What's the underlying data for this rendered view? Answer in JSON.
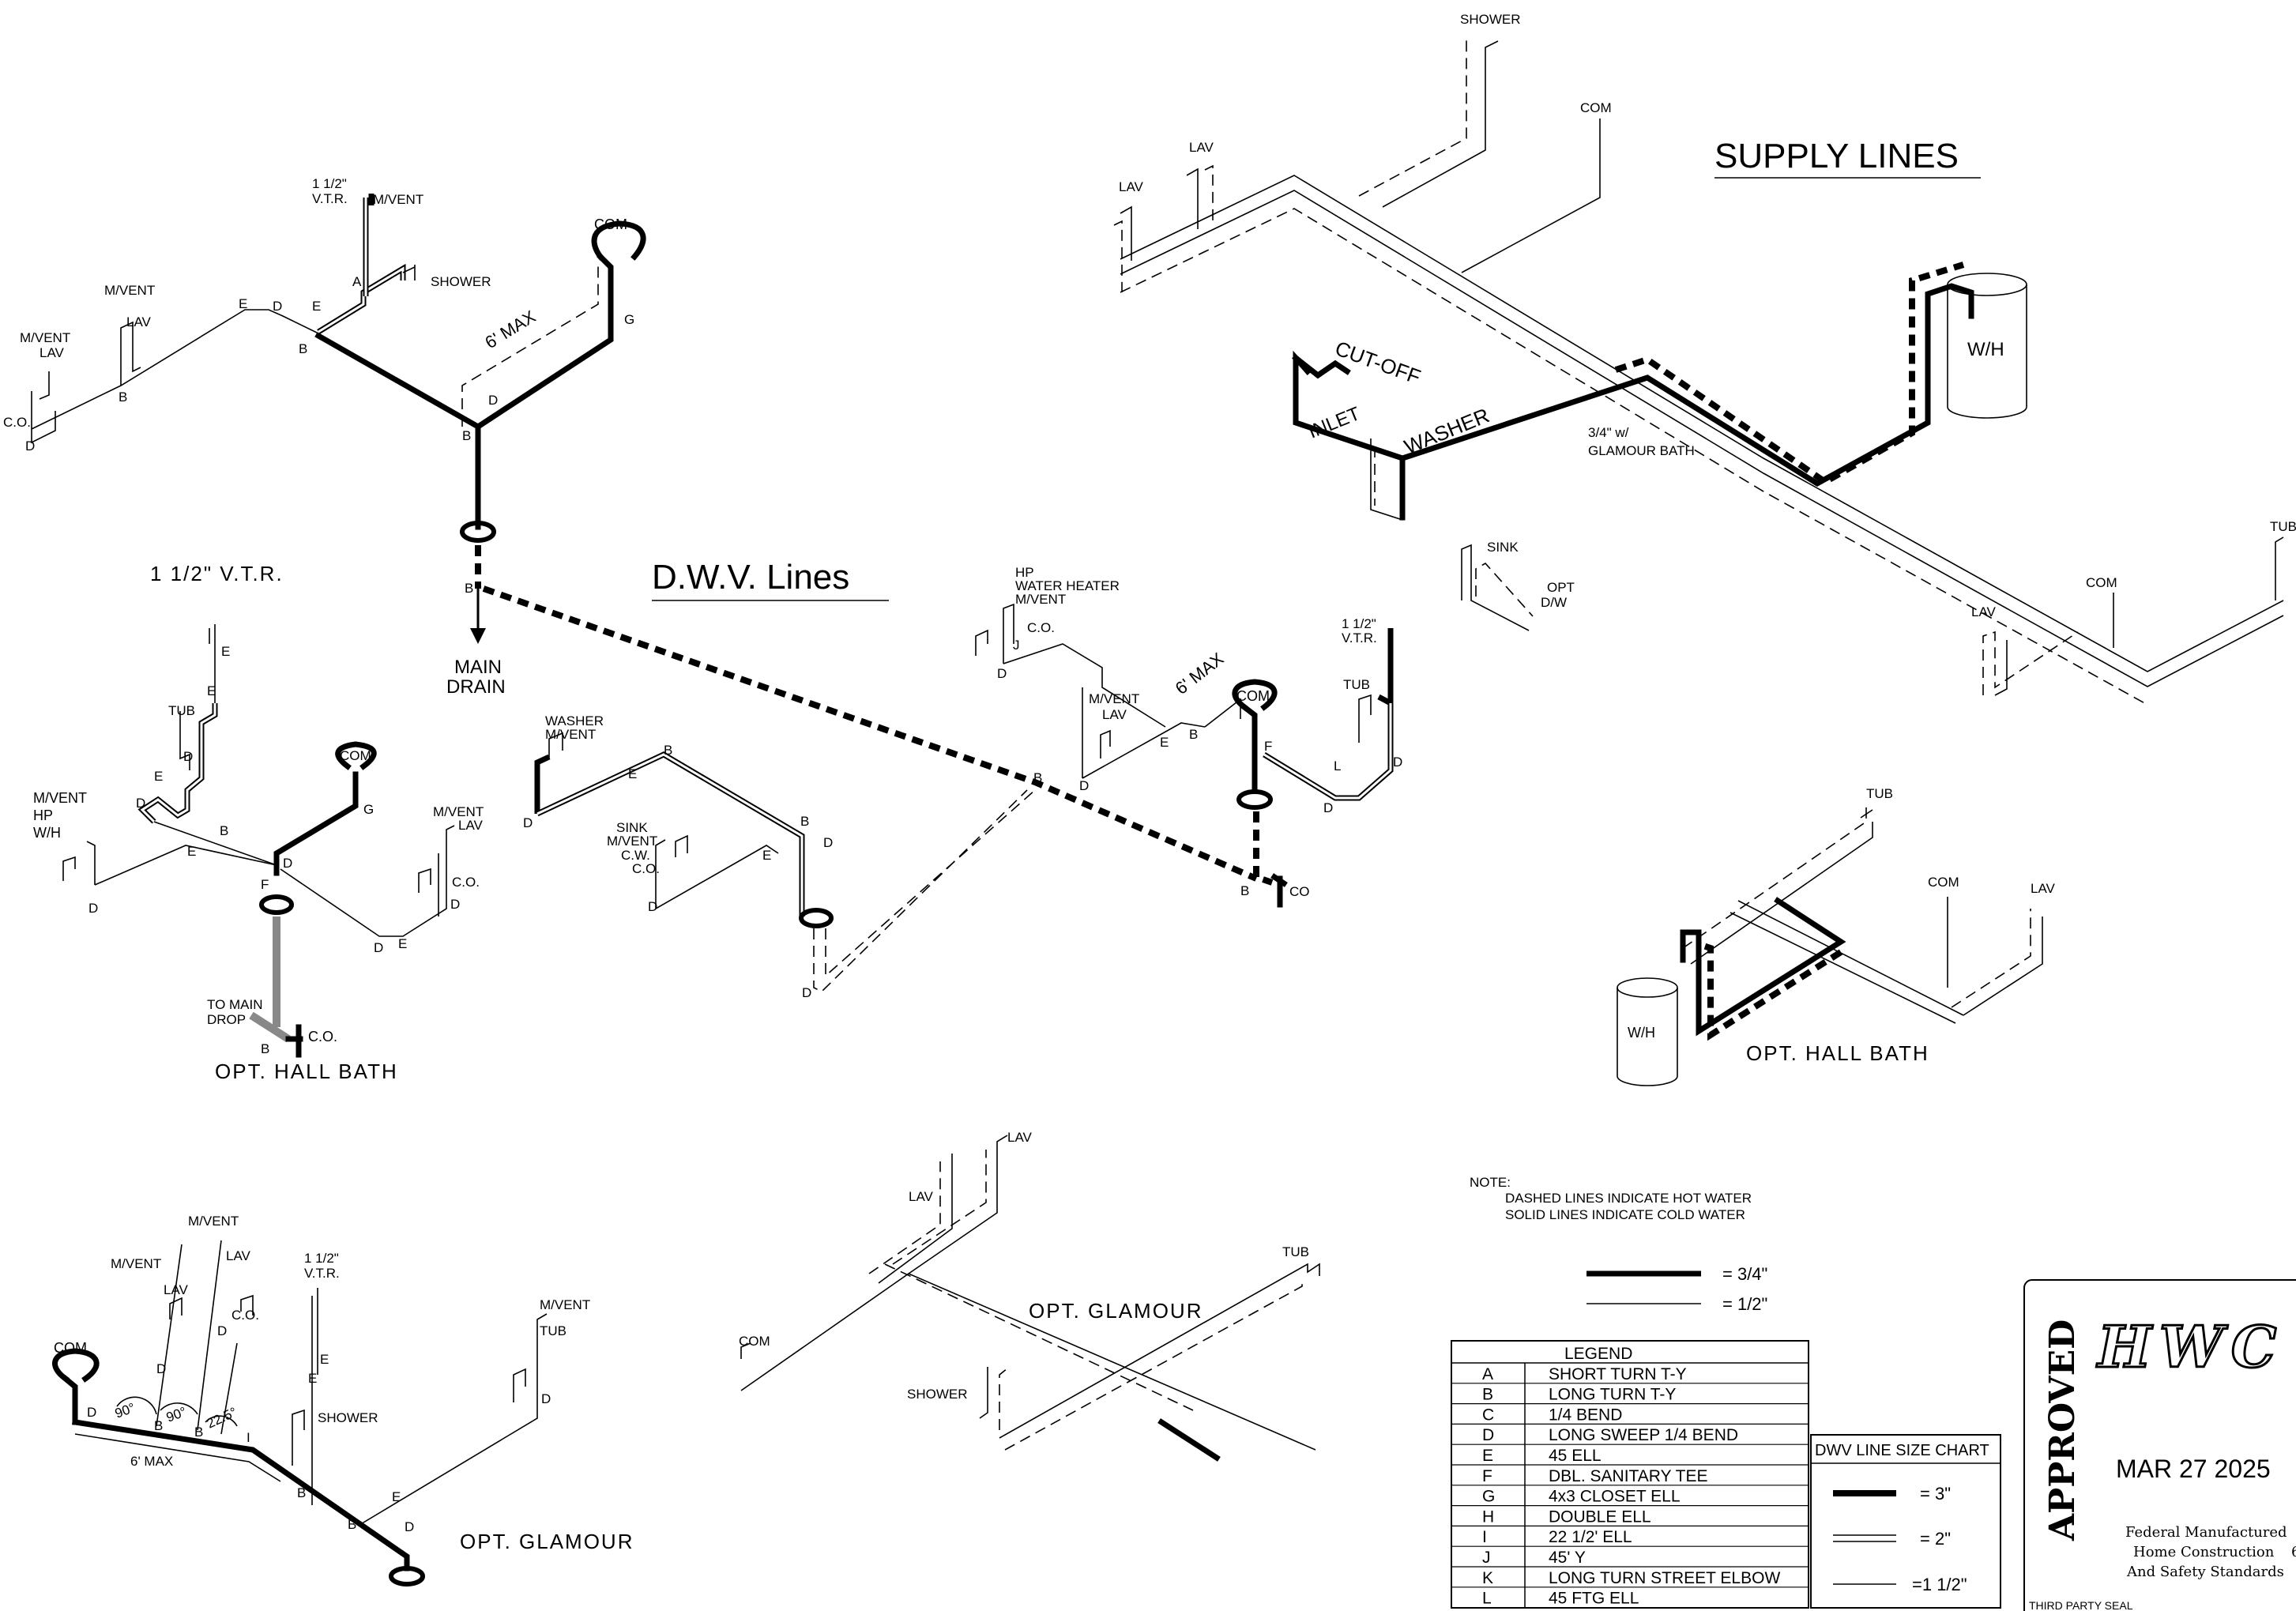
{
  "titles": {
    "supply": "SUPPLY LINES",
    "dwv": "D.W.V. Lines",
    "opt_hall_bath_dwv": "OPT. HALL BATH",
    "opt_hall_bath_supply": "OPT. HALL BATH",
    "opt_glamour_supply": "OPT. GLAMOUR",
    "opt_glamour_dwv": "OPT. GLAMOUR"
  },
  "fixtures": {
    "shower": "SHOWER",
    "com": "COM",
    "lav": "LAV",
    "tub": "TUB",
    "sink": "SINK",
    "opt_dw": "OPT",
    "opt_dw2": "D/W",
    "wh": "W/H",
    "washer": "WASHER",
    "cutoff": "CUT-OFF",
    "inlet": "INLET",
    "glamour_note1": "3/4\" w/",
    "glamour_note2": "GLAMOUR BATH"
  },
  "dwv_labels": {
    "vtr1": "1 1/2\"",
    "vtr2": "V.T.R.",
    "mvent": "M/VENT",
    "lav": "LAV",
    "co": "C.O.",
    "co_nodot": "CO",
    "shower": "SHOWER",
    "com": "COM",
    "max6": "6' MAX",
    "main1": "MAIN",
    "main2": "DRAIN",
    "vtr_long": "1 1/2\" V.T.R.",
    "tub": "TUB",
    "hp": "HP",
    "wh": "W/H",
    "to_main1": "TO MAIN",
    "to_main2": "DROP",
    "washer": "WASHER",
    "sink": "SINK",
    "cw": "C.W.",
    "water_heater": "WATER HEATER",
    "a90": "90°",
    "a225": "22.5°",
    "A": "A",
    "B": "B",
    "D": "D",
    "E": "E",
    "F": "F",
    "G": "G",
    "J": "J",
    "L": "L",
    "I": "I"
  },
  "note": {
    "head": "NOTE:",
    "line1": "DASHED LINES INDICATE HOT WATER",
    "line2": "SOLID LINES INDICATE COLD WATER"
  },
  "supply_size": {
    "thick": "= 3/4\"",
    "thin": "= 1/2\""
  },
  "legend": {
    "title": "LEGEND",
    "rows": [
      {
        "code": "A",
        "desc": "SHORT TURN T-Y"
      },
      {
        "code": "B",
        "desc": "LONG TURN T-Y"
      },
      {
        "code": "C",
        "desc": "1/4 BEND"
      },
      {
        "code": "D",
        "desc": "LONG SWEEP 1/4 BEND"
      },
      {
        "code": "E",
        "desc": "45 ELL"
      },
      {
        "code": "F",
        "desc": "DBL. SANITARY TEE"
      },
      {
        "code": "G",
        "desc": "4x3 CLOSET ELL"
      },
      {
        "code": "H",
        "desc": "DOUBLE ELL"
      },
      {
        "code": "I",
        "desc": "22 1/2' ELL"
      },
      {
        "code": "J",
        "desc": "45' Y"
      },
      {
        "code": "K",
        "desc": "LONG TURN STREET ELBOW"
      },
      {
        "code": "L",
        "desc": "45 FTG ELL"
      }
    ]
  },
  "dwv_size_chart": {
    "title": "DWV LINE SIZE CHART",
    "rows": [
      {
        "label": "= 3\""
      },
      {
        "label": "= 2\""
      },
      {
        "label": "=1 1/2\""
      }
    ]
  },
  "stamp": {
    "approved": "APPROVED",
    "logo": "HWC",
    "date": "MAR 27 2025",
    "line1": "Federal Manufactured",
    "line2": "Home Construction",
    "line3": "And Safety Standards",
    "edge_char": "6",
    "footer": "THIRD PARTY SEAL"
  },
  "colors": {
    "ink": "#000000",
    "paper": "#ffffff",
    "grey_pipe": "#888888"
  }
}
